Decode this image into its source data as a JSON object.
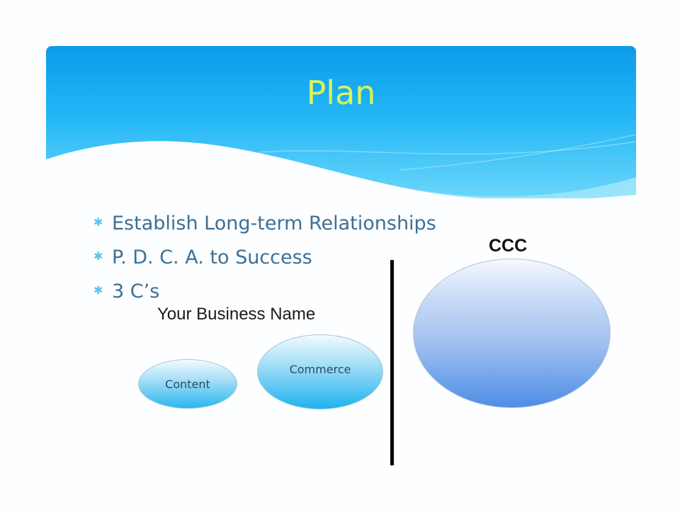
{
  "slide": {
    "title": "Plan",
    "bullets": [
      "Establish Long-term Relationships",
      "P. D. C. A. to Success",
      "3 C’s"
    ],
    "bullet_icon": "asterisk-icon",
    "diagram": {
      "heading": "Your Business Name",
      "ovals": [
        {
          "label": "Content"
        },
        {
          "label": "Commerce"
        }
      ],
      "right_label": "CCC",
      "right_oval": {
        "label": ""
      }
    },
    "colors": {
      "banner_top": "#0fa0ec",
      "banner_bottom": "#5fd3fb",
      "title": "#d9f55a",
      "bullet_text": "#3d6f95",
      "bullet_icon": "#5cc4ea",
      "ccc_oval_bottom": "#4f8de6"
    }
  }
}
